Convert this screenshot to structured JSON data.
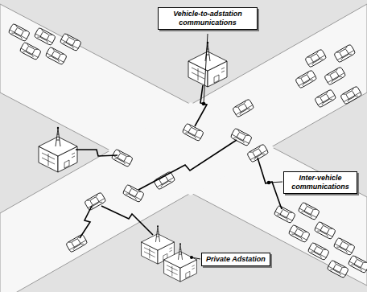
{
  "diagram": {
    "nodes": [
      {
        "text": [
          "Vehicle-to-adstation communications"
        ]
      },
      {
        "text": [
          "Inter-vehicle communications"
        ]
      },
      {
        "text": [
          "Private Adstation"
        ]
      }
    ]
  }
}
